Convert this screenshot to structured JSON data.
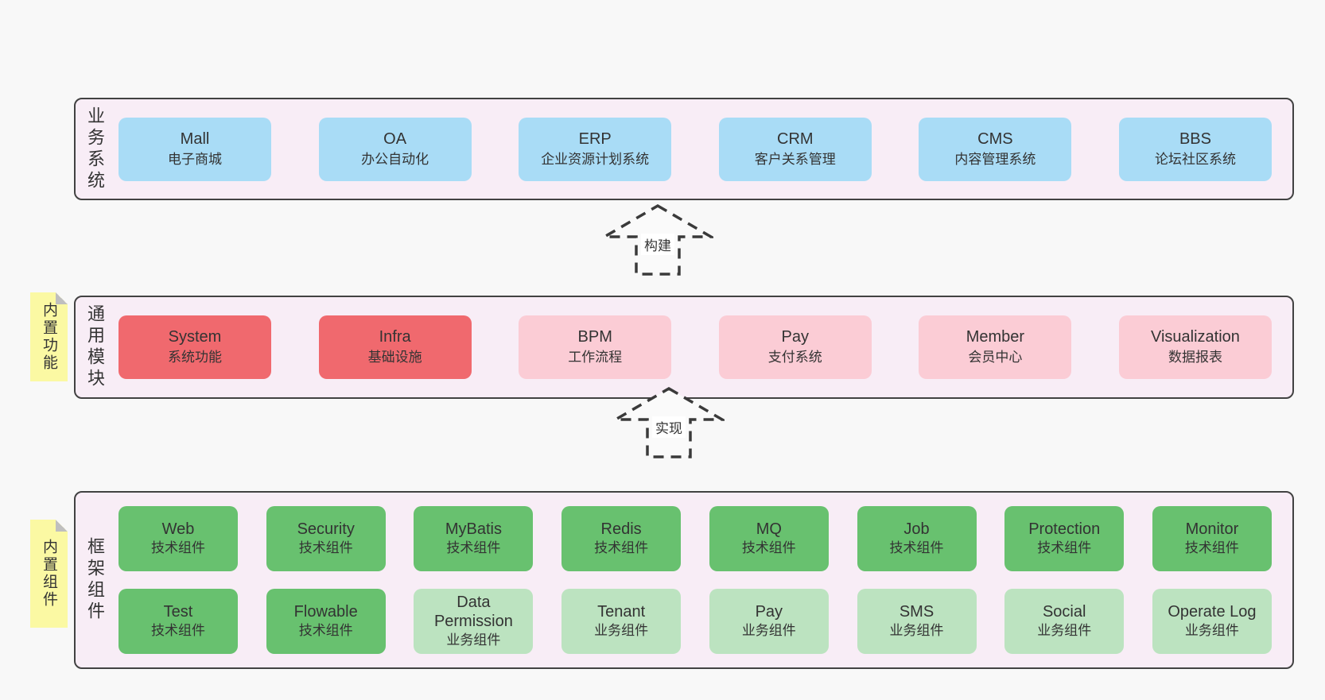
{
  "diagram": {
    "colors": {
      "pageBg": "#f8f8f8",
      "bandBg": "#f8edf6",
      "border": "#424242",
      "text": "#333333",
      "blue": "#a9dcf6",
      "red": "#f0696e",
      "pink": "#fbccd5",
      "green": "#68c16f",
      "lightgreen": "#bce3c0",
      "stickyYellow": "#fbf9a3",
      "fold": "#bfbfbf",
      "arrowStroke": "#3a3a3a"
    },
    "bands": [
      {
        "label": "业务系统",
        "boxes": [
          {
            "name": "Mall",
            "subtitle": "电子商城"
          },
          {
            "name": "OA",
            "subtitle": "办公自动化"
          },
          {
            "name": "ERP",
            "subtitle": "企业资源计划系统"
          },
          {
            "name": "CRM",
            "subtitle": "客户关系管理"
          },
          {
            "name": "CMS",
            "subtitle": "内容管理系统"
          },
          {
            "name": "BBS",
            "subtitle": "论坛社区系统"
          }
        ]
      },
      {
        "label": "通用模块",
        "sticky": "内置功能",
        "boxes": [
          {
            "name": "System",
            "subtitle": "系统功能"
          },
          {
            "name": "Infra",
            "subtitle": "基础设施"
          },
          {
            "name": "BPM",
            "subtitle": "工作流程"
          },
          {
            "name": "Pay",
            "subtitle": "支付系统"
          },
          {
            "name": "Member",
            "subtitle": "会员中心"
          },
          {
            "name": "Visualization",
            "subtitle": "数据报表"
          }
        ]
      },
      {
        "label": "框架组件",
        "sticky": "内置组件",
        "rows": [
          [
            {
              "name": "Web",
              "subtitle": "技术组件"
            },
            {
              "name": "Security",
              "subtitle": "技术组件"
            },
            {
              "name": "MyBatis",
              "subtitle": "技术组件"
            },
            {
              "name": "Redis",
              "subtitle": "技术组件"
            },
            {
              "name": "MQ",
              "subtitle": "技术组件"
            },
            {
              "name": "Job",
              "subtitle": "技术组件"
            },
            {
              "name": "Protection",
              "subtitle": "技术组件"
            },
            {
              "name": "Monitor",
              "subtitle": "技术组件"
            }
          ],
          [
            {
              "name": "Test",
              "subtitle": "技术组件"
            },
            {
              "name": "Flowable",
              "subtitle": "技术组件"
            },
            {
              "name": "Data Permission",
              "subtitle": "业务组件"
            },
            {
              "name": "Tenant",
              "subtitle": "业务组件"
            },
            {
              "name": "Pay",
              "subtitle": "业务组件"
            },
            {
              "name": "SMS",
              "subtitle": "业务组件"
            },
            {
              "name": "Social",
              "subtitle": "业务组件"
            },
            {
              "name": "Operate Log",
              "subtitle": "业务组件"
            }
          ]
        ]
      }
    ],
    "arrows": [
      {
        "label": "构建"
      },
      {
        "label": "实现"
      }
    ]
  }
}
